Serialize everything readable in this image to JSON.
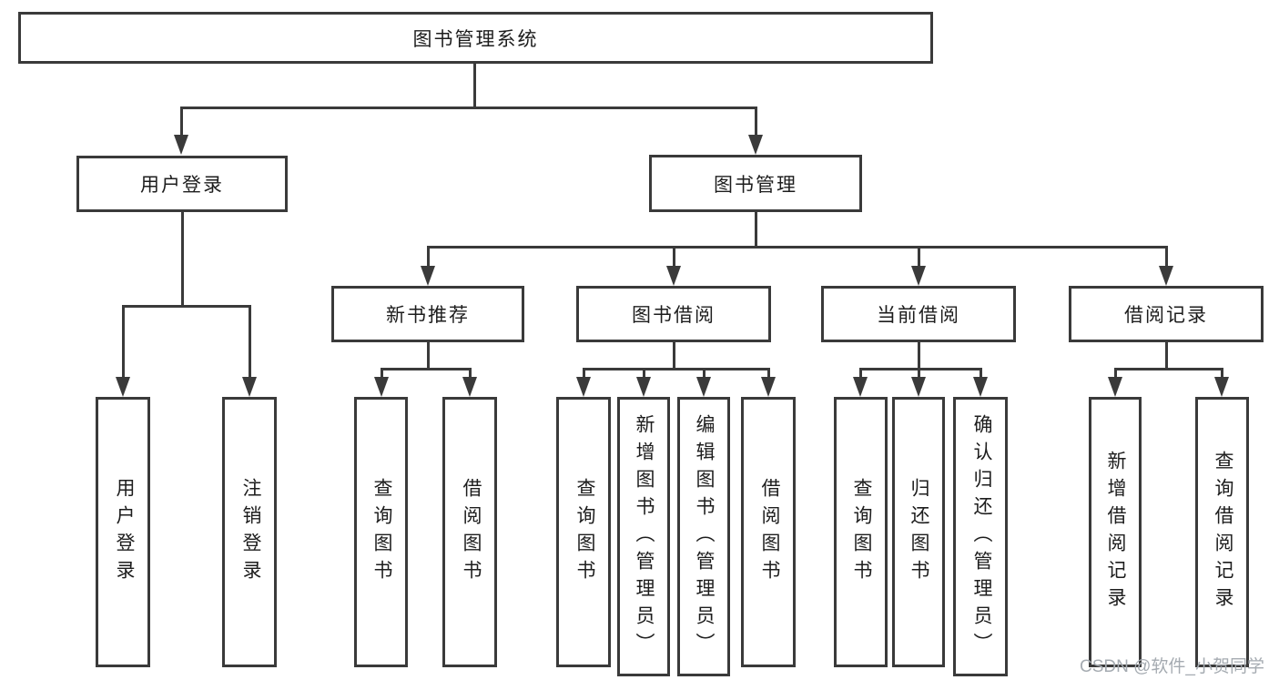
{
  "colors": {
    "line": "#3a3a3a",
    "text": "#1d1d1d",
    "watermark": "#a5abb1",
    "background": "#ffffff"
  },
  "tree": {
    "root_label": "图书管理系统",
    "branches": [
      {
        "label": "用户登录",
        "leaves": [
          "用户登录",
          "注销登录"
        ]
      },
      {
        "label": "图书管理",
        "children": [
          {
            "label": "新书推荐",
            "leaves": [
              "查询图书",
              "借阅图书"
            ]
          },
          {
            "label": "图书借阅",
            "leaves": [
              "查询图书",
              "新增图书（管理员）",
              "编辑图书（管理员）",
              "借阅图书"
            ]
          },
          {
            "label": "当前借阅",
            "leaves": [
              "查询图书",
              "归还图书",
              "确认归还（管理员）"
            ]
          },
          {
            "label": "借阅记录",
            "leaves": [
              "新增借阅记录",
              "查询借阅记录"
            ]
          }
        ]
      }
    ]
  },
  "watermark": {
    "text": "CSDN @软件_小贺同学"
  }
}
